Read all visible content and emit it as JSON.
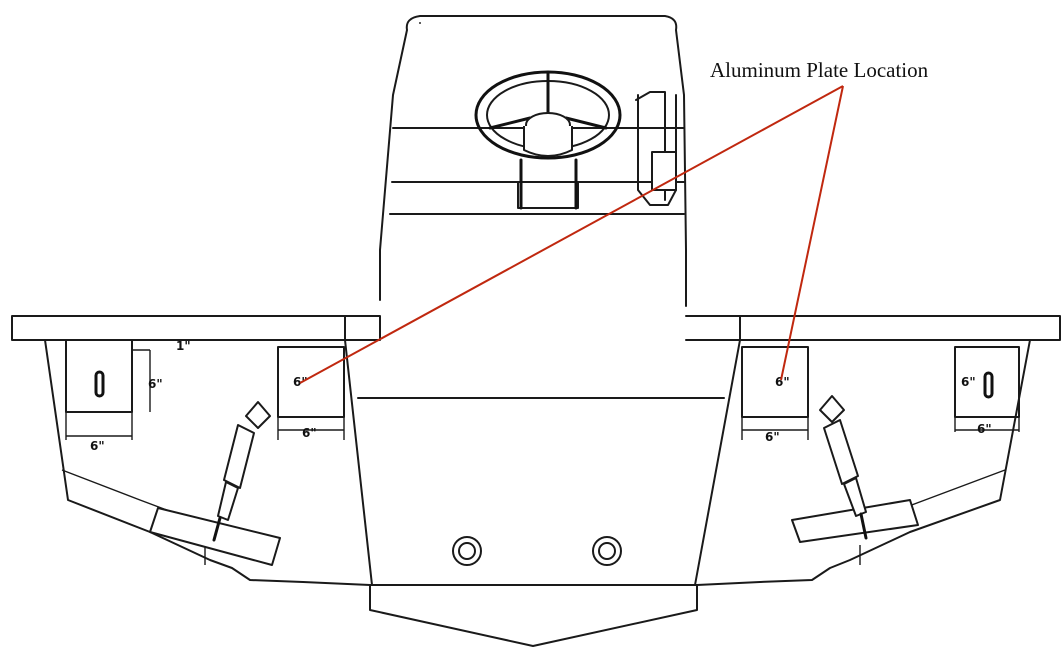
{
  "callout": {
    "label": "Aluminum Plate Location",
    "color": "#c0280f"
  },
  "dimensions": {
    "thickness": "1\"",
    "plate_left_outer": {
      "height": "6\"",
      "width": "6\""
    },
    "plate_left_inner": {
      "height": "6\"",
      "width": "6\""
    },
    "plate_right_inner": {
      "height": "6\"",
      "width": "6\""
    },
    "plate_right_outer": {
      "height": "6\"",
      "width": "6\""
    }
  }
}
